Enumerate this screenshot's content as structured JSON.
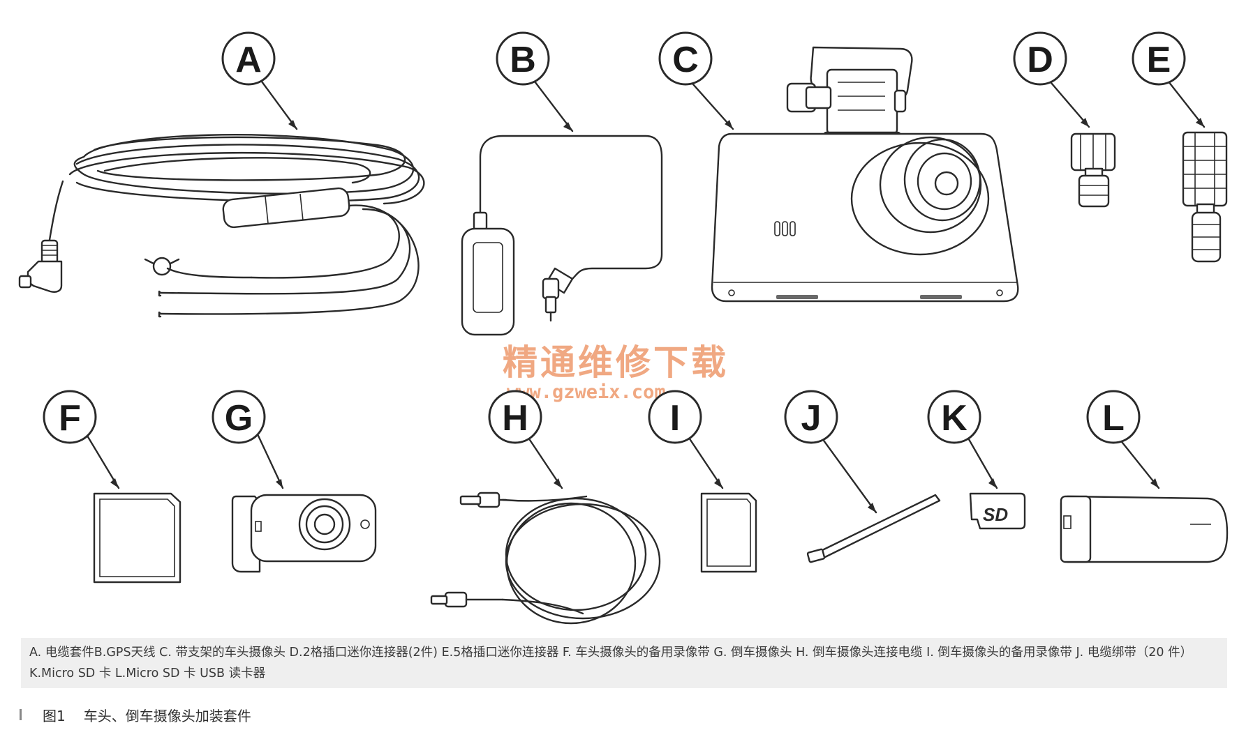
{
  "callouts": [
    "A",
    "B",
    "C",
    "D",
    "E",
    "F",
    "G",
    "H",
    "I",
    "J",
    "K",
    "L"
  ],
  "watermark": {
    "line1": "精通维修下载",
    "line2": "www.gzweix.com",
    "color": "#f0a882"
  },
  "caption": {
    "text": "A. 电缆套件B.GPS天线   C. 带支架的车头摄像头   D.2格插口迷你连接器(2件)    E.5格插口迷你连接器   F. 车头摄像头的备用录像带   G. 倒车摄像头   H. 倒车摄像头连接电缆   I. 倒车摄像头的备用录像带   J. 电缆绑带（20 件） K.Micro  SD 卡   L.Micro  SD 卡 USB 读卡器"
  },
  "figure_title": {
    "number": "图1",
    "text": "车头、倒车摄像头加装套件"
  },
  "sd_logo": "SD"
}
